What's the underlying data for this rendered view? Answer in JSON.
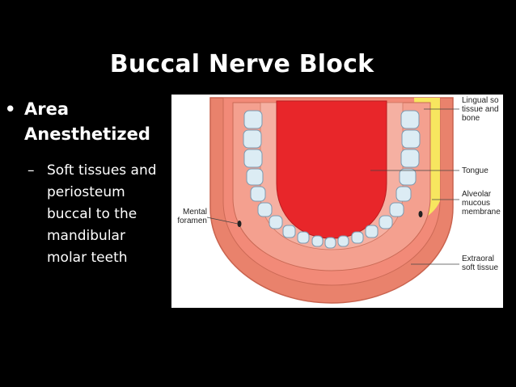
{
  "slide": {
    "title": "Buccal Nerve Block",
    "bullet_marker": "•",
    "sub_marker": "–",
    "bullet": "Area Anesthetized",
    "sub_bullet": "Soft tissues and periosteum buccal to the mandibular molar teeth"
  },
  "figure": {
    "labels": {
      "lingual": "Lingual so tissue and bone",
      "tongue": "Tongue",
      "alveolar": "Alveolar mucous membrane",
      "extraoral": "Extraoral soft tissue",
      "mental": "Mental foramen"
    },
    "colors": {
      "tongue": "#e8262a",
      "gum": "#f28a78",
      "outer_tissue": "#e9826c",
      "lingual_highlight": "#f7ef5c",
      "teeth": "#dcecf4"
    }
  }
}
